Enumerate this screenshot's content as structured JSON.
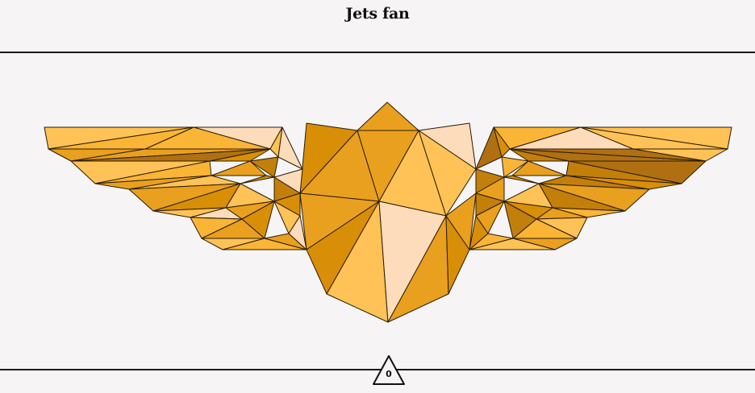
{
  "header": {
    "title": "Jets fan"
  },
  "badge": {
    "name": "jets-fan-wings",
    "colors": {
      "light": "#fddcbb",
      "pale": "#fec256",
      "mid": "#fbb536",
      "amber": "#e9a01f",
      "dark": "#d98e07",
      "deep": "#c27f0a",
      "bronze": "#b07012",
      "outline": "#2a1c06"
    }
  },
  "counter": {
    "value": "0",
    "icon": "triangle-outline-icon"
  }
}
